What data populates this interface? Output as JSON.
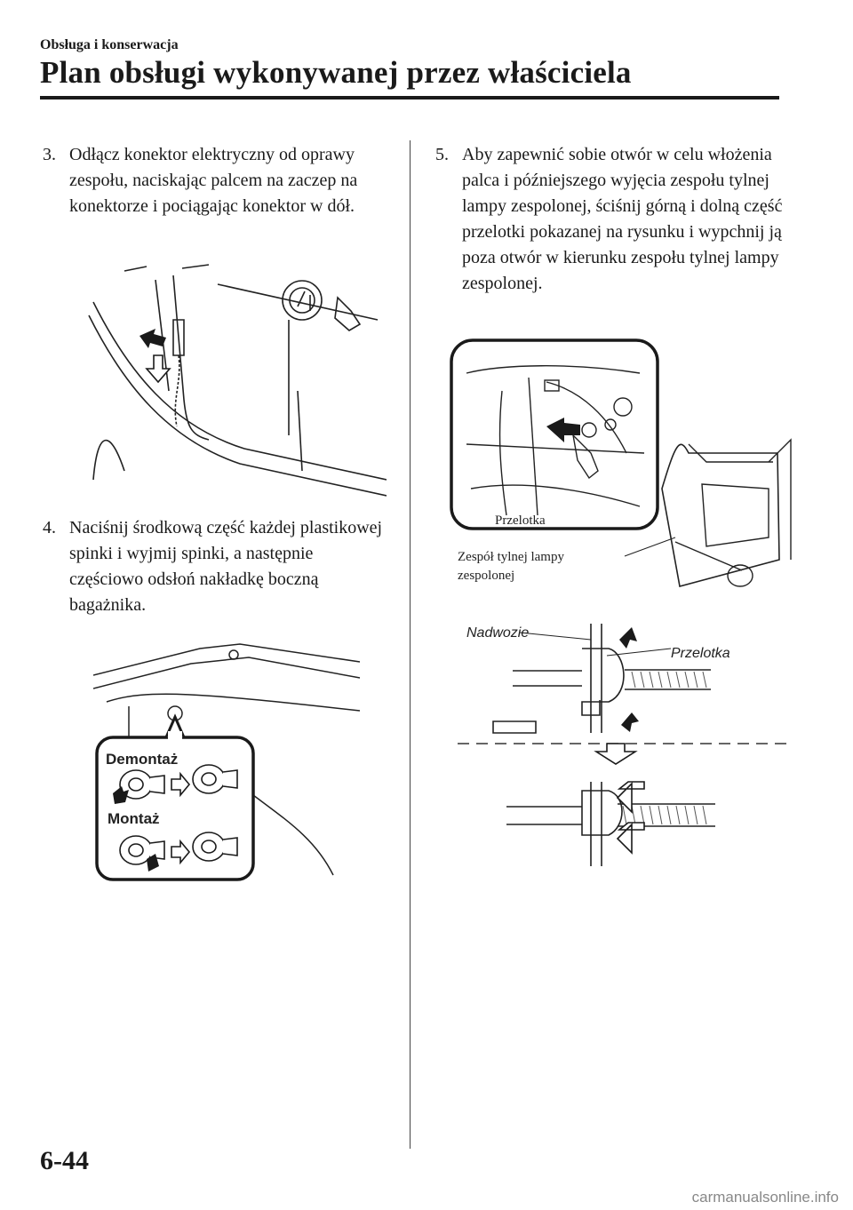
{
  "header": {
    "section": "Obsługa i konserwacja",
    "title": "Plan obsługi wykonywanej przez właściciela"
  },
  "steps": {
    "s3": {
      "num": "3.",
      "text": "Odłącz konektor elektryczny od oprawy zespołu, naciskając palcem na zaczep na konektorze i pociągając konektor w dół."
    },
    "s4": {
      "num": "4.",
      "text": "Naciśnij środkową część każdej plastikowej spinki i wyjmij spinki, a następnie częściowo odsłoń nakładkę boczną bagażnika."
    },
    "s5": {
      "num": "5.",
      "text": "Aby zapewnić sobie otwór w celu włożenia palca i późniejszego wyjęcia zespołu tylnej lampy zespolonej, ściśnij górną i dolną część przelotki pokazanej na rysunku i wypchnij ją poza otwór w kierunku zespołu tylnej lampy zespolonej."
    }
  },
  "figures": {
    "clips": {
      "removal": "Demontaż",
      "install": "Montaż"
    },
    "lamp": {
      "grommet": "Przelotka",
      "lamp_line1": "Zespół tylnej lampy",
      "lamp_line2": "zespolonej"
    },
    "section": {
      "body": "Nadwozie",
      "grommet": "Przelotka"
    }
  },
  "footer": {
    "page_number": "6-44",
    "watermark": "carmanualsonline.info"
  }
}
